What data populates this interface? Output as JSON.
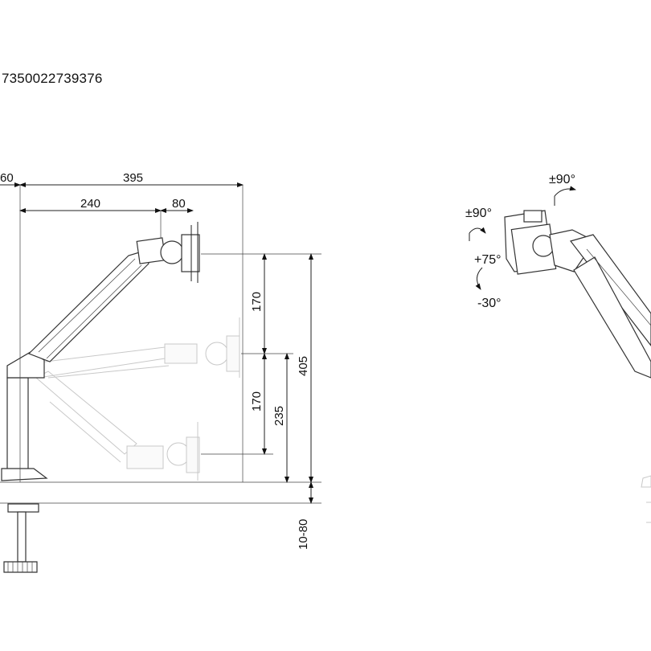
{
  "reference_number": "7350022739376",
  "dimensions": {
    "offset_left": "60",
    "arm_length": "395",
    "arm_segment": "240",
    "head_segment": "80",
    "height_upper": "170",
    "height_lower": "170",
    "height_mid": "235",
    "height_total": "405",
    "clamp_range": "10-80"
  },
  "angles": {
    "swivel_top": "±90°",
    "swivel_left": "±90°",
    "tilt_up": "+75°",
    "tilt_down": "-30°"
  }
}
